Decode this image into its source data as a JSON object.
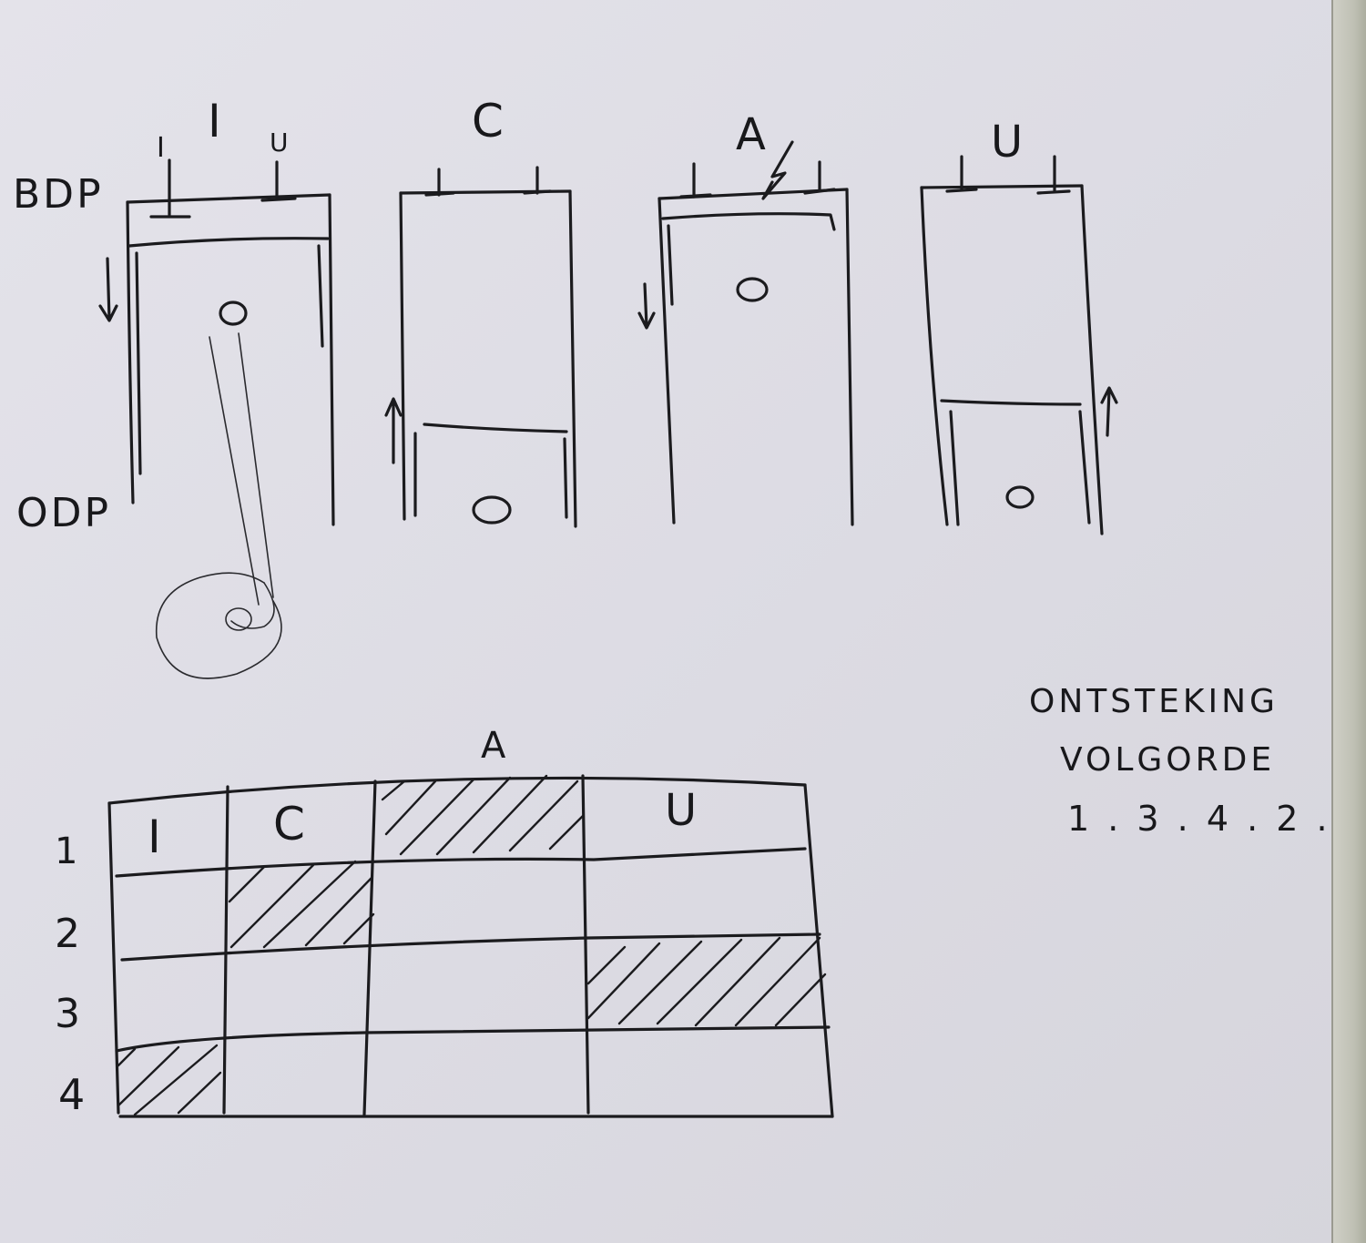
{
  "diagram": {
    "stroke_labels": [
      "I",
      "C",
      "A",
      "U"
    ],
    "valve_labels": [
      "I",
      "U"
    ],
    "position_labels": {
      "top": "BDP",
      "bottom": "ODP"
    },
    "table": {
      "header_above": "A",
      "columns": [
        "I",
        "C",
        "",
        "U"
      ],
      "rows": [
        "1",
        "2",
        "3",
        "4"
      ],
      "hatched_cells": [
        {
          "row": 1,
          "col": 3
        },
        {
          "row": 2,
          "col": 2
        },
        {
          "row": 3,
          "col": 4
        },
        {
          "row": 4,
          "col": 1
        }
      ]
    },
    "note": {
      "line1": "ONTSTEKING",
      "line2": "VOLGORDE",
      "line3": "1 . 3 . 4 . 2 ."
    },
    "ink_color": "#1b1b1e",
    "paper_color": "#e1e0e7"
  }
}
